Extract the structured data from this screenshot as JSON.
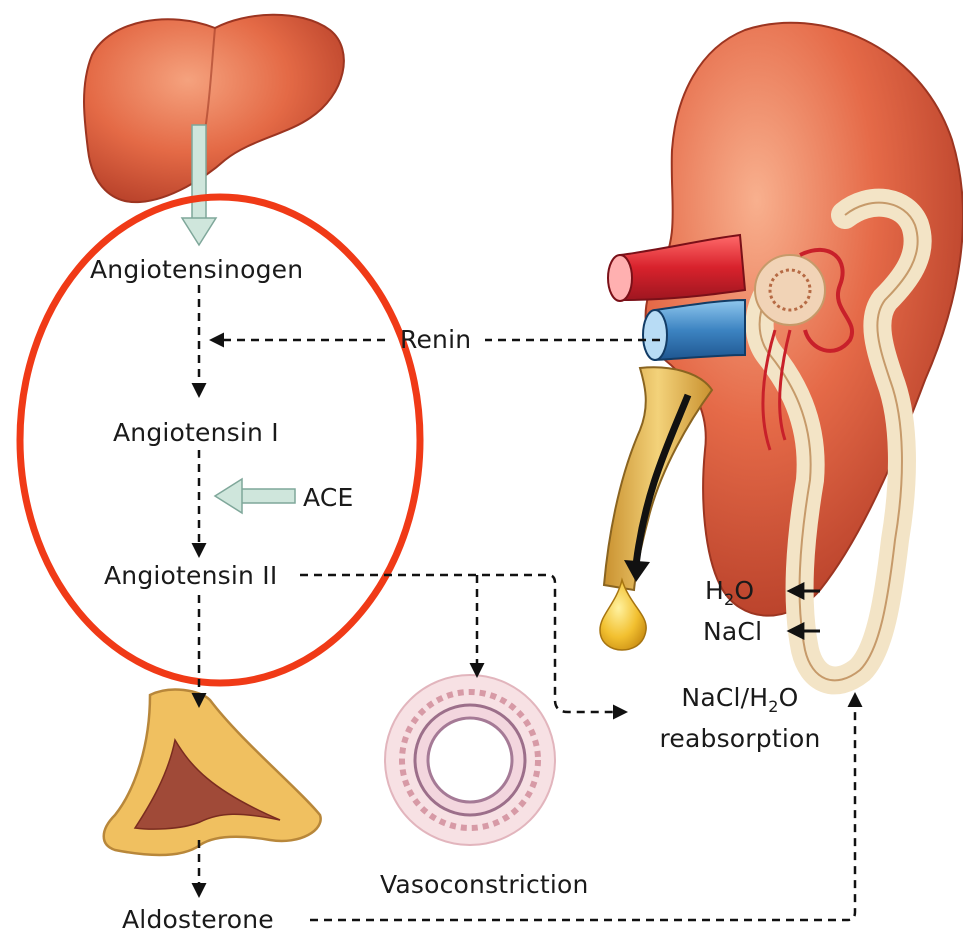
{
  "labels": {
    "angiotensinogen": "Angiotensinogen",
    "renin": "Renin",
    "angiotensin_1": "Angiotensin I",
    "ace": "ACE",
    "angiotensin_2": "Angiotensin II",
    "h2o": "H",
    "h2o_sub": "2",
    "h2o_end": "O",
    "nacl": "NaCl",
    "reabsorption_line1_a": "NaCl/H",
    "reabsorption_line1_sub": "2",
    "reabsorption_line1_b": "O",
    "reabsorption_line2": "reabsorption",
    "vasoconstriction": "Vasoconstriction",
    "aldosterone": "Aldosterone"
  },
  "icons": [
    "liver-illustration",
    "kidney-illustration",
    "adrenal-gland-illustration",
    "blood-vessel-cross-section"
  ],
  "colors": {
    "highlight_circle": "#f03a17",
    "arrow_dashed": "#111111",
    "arrow_pale": "#cfe6dc"
  }
}
